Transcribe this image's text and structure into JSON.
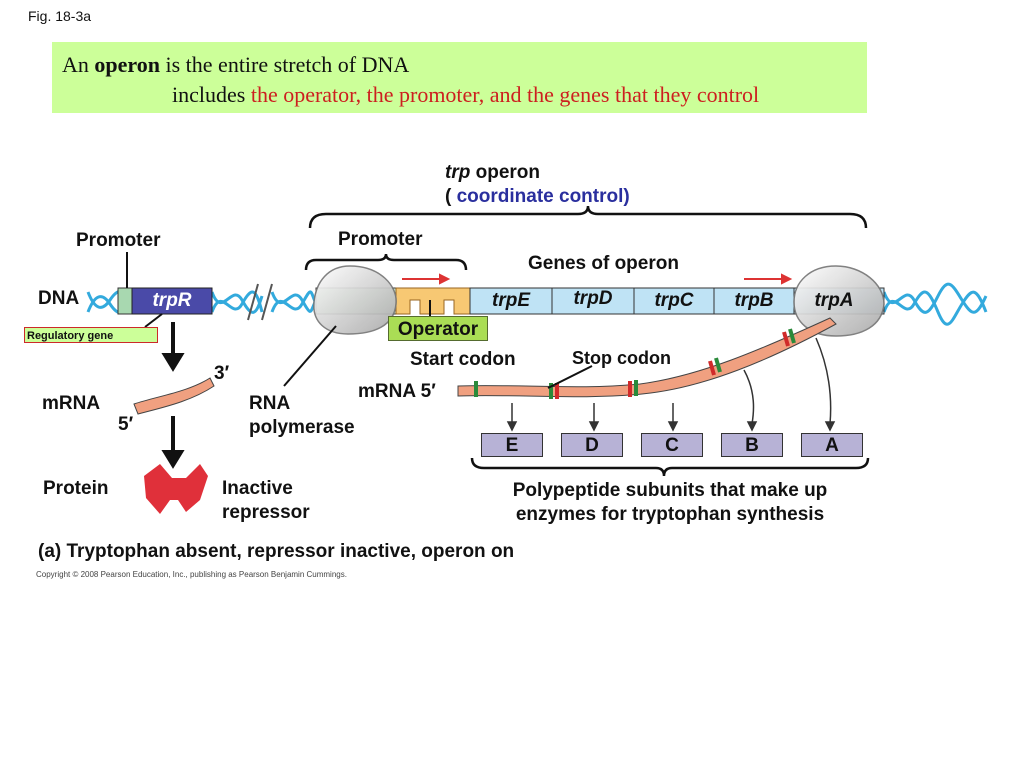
{
  "figure_label": "Fig. 18-3a",
  "definition": {
    "prefix": "An",
    "term": "operon",
    "line1_rest": "is the entire stretch of DNA",
    "line2_prefix": "includes",
    "line2_highlight": "the operator, the promoter, and the genes that they control"
  },
  "diagram": {
    "operon_title_italic": "trp",
    "operon_title_rest": "operon",
    "coordinate_open": "(",
    "coordinate_text": "coordinate control)",
    "promoter_left": "Promoter",
    "promoter_operon": "Promoter",
    "genes_of_operon": "Genes of operon",
    "dna_label": "DNA",
    "trpR": "trpR",
    "regulatory_gene": "Regulatory gene",
    "operator": "Operator",
    "genes": [
      "trpE",
      "trpD",
      "trpC",
      "trpB",
      "trpA"
    ],
    "start_codon": "Start codon",
    "stop_codon": "Stop codon",
    "mrna_left": "mRNA",
    "three_prime": "3′",
    "five_prime_left": "5′",
    "mrna_right": "mRNA 5′",
    "rna_polymerase": [
      "RNA",
      "polymerase"
    ],
    "protein": "Protein",
    "inactive_repressor": [
      "Inactive",
      "repressor"
    ],
    "polypeptides": [
      "E",
      "D",
      "C",
      "B",
      "A"
    ],
    "polypeptide_caption": [
      "Polypeptide subunits that make up",
      "enzymes for tryptophan synthesis"
    ],
    "panel_caption": "(a) Tryptophan absent, repressor inactive, operon on"
  },
  "copyright": "Copyright © 2008 Pearson Education, Inc., publishing as Pearson Benjamin Cummings.",
  "colors": {
    "definition_bg": "#ccff99",
    "highlight_red": "#cc1f1f",
    "trpR_fill": "#4a4aa8",
    "gene_fill": "#bfe3f5",
    "operator_fill": "#aadd55",
    "mrna_fill": "#f0a080",
    "repressor_red": "#e0303a",
    "polypeptide_fill": "#b7b2d6"
  }
}
